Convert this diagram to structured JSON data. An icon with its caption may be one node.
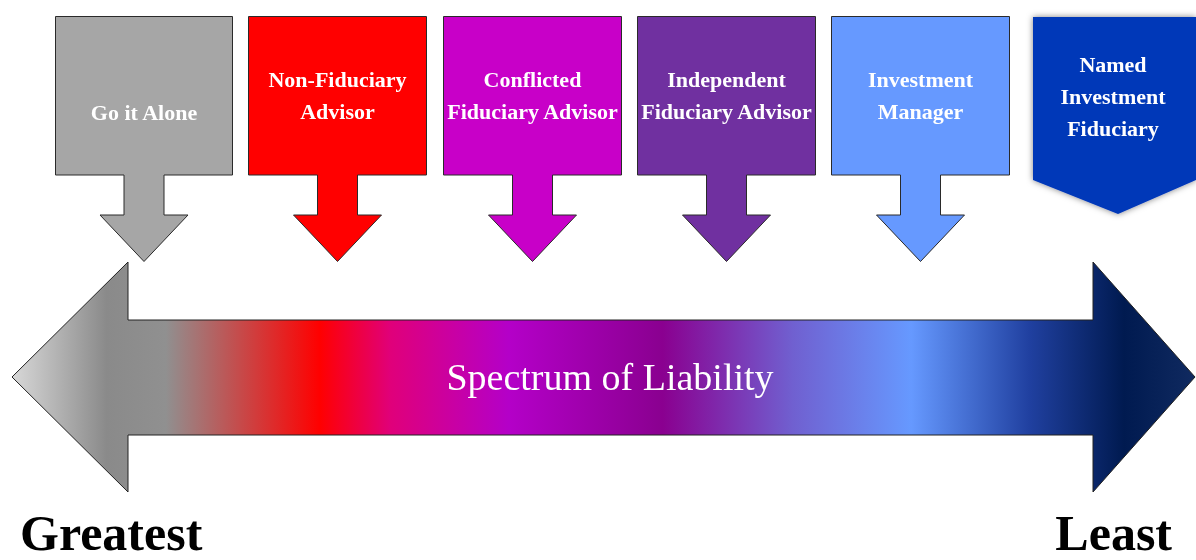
{
  "diagram": {
    "nodes": [
      {
        "text": [
          "Go it Alone"
        ]
      },
      {
        "text": [
          "Non-Fiduciary Advisor"
        ]
      },
      {
        "text": [
          "Conflicted Fiduciary Advisor"
        ]
      },
      {
        "text": [
          "Independent Fiduciary Advisor"
        ]
      },
      {
        "text": [
          "Investment Manager"
        ]
      },
      {
        "text": [
          "Named Investment Fiduciary"
        ]
      },
      {
        "text": [
          "Spectrum of Liability"
        ]
      }
    ],
    "labels": [
      "Greatest",
      "Least"
    ]
  }
}
